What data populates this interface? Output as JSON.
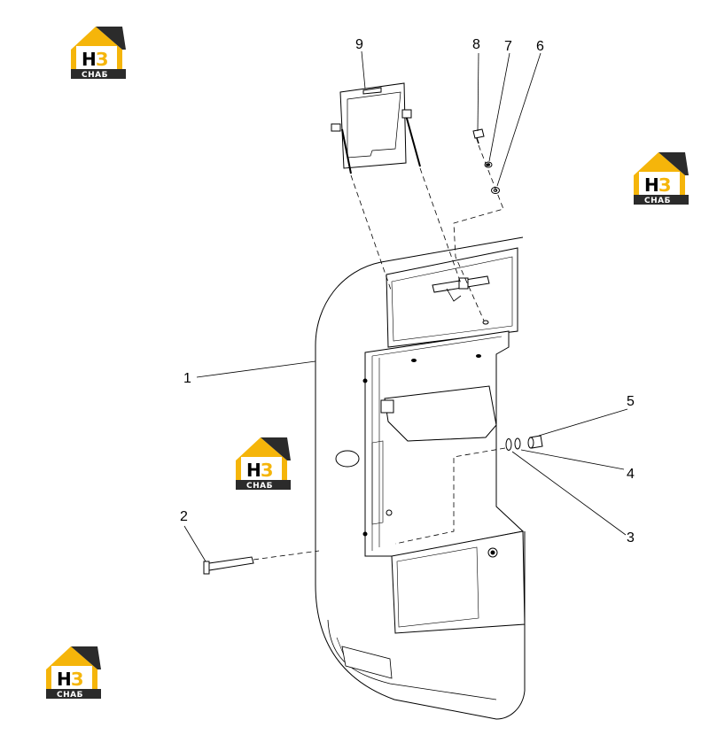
{
  "callouts": {
    "c1": "1",
    "c2": "2",
    "c3": "3",
    "c4": "4",
    "c5": "5",
    "c6": "6",
    "c7": "7",
    "c8": "8",
    "c9": "9"
  },
  "watermark": {
    "main_h": "Н",
    "main_3": "З",
    "sub": "СНАБ",
    "colors": {
      "accent": "#f5b50a",
      "dark": "#2b2b2b"
    }
  }
}
